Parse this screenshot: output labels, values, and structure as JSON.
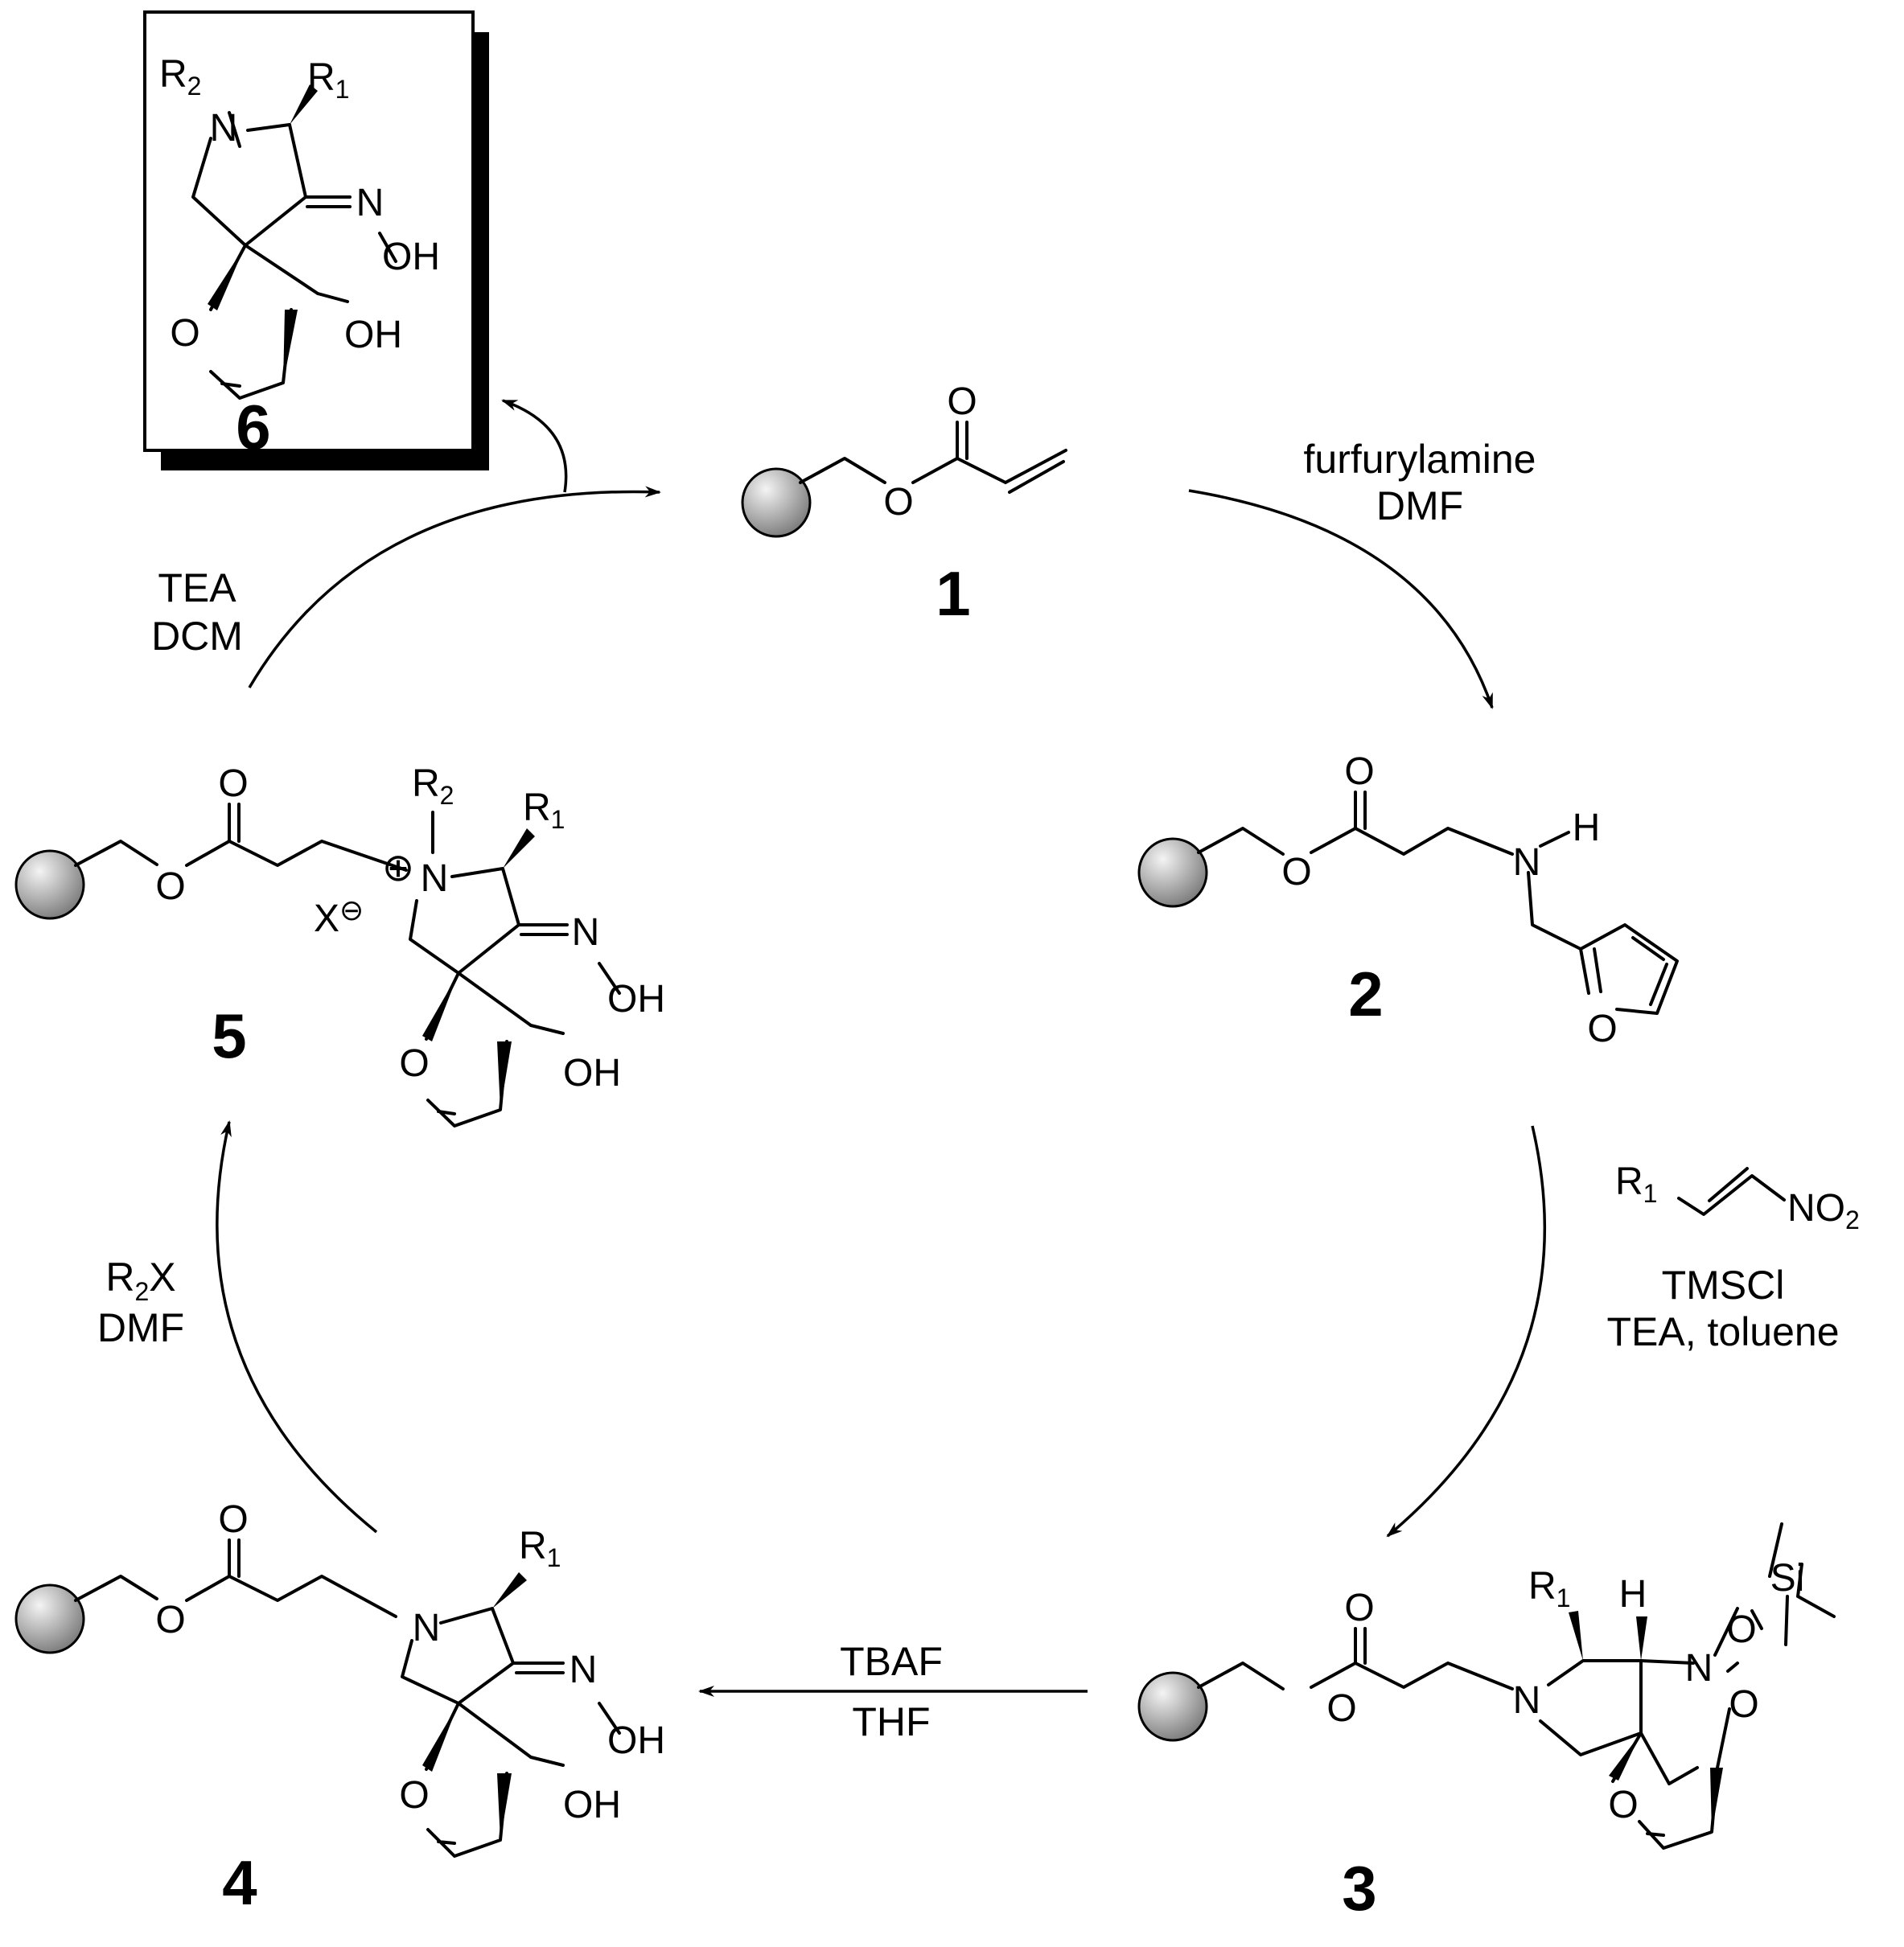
{
  "compounds": {
    "c1": {
      "number": "1"
    },
    "c2": {
      "number": "2"
    },
    "c3": {
      "number": "3"
    },
    "c4": {
      "number": "4"
    },
    "c5": {
      "number": "5"
    },
    "c6": {
      "number": "6"
    }
  },
  "reagents": {
    "step1": {
      "line1": "furfurylamine",
      "line2": "DMF"
    },
    "step2": {
      "line1": "TMSCl",
      "line2": "TEA, toluene",
      "nitroalkene_r": "R",
      "nitroalkene_r_sub": "1",
      "nitroalkene_no": "NO",
      "nitroalkene_no_sub": "2"
    },
    "step3": {
      "line1": "TBAF",
      "line2": "THF"
    },
    "step4": {
      "line1": "R",
      "line1_sub": "2",
      "line1_tail": "X",
      "line2": "DMF"
    },
    "step5": {
      "line1": "TEA",
      "line2": "DCM"
    }
  },
  "atoms": {
    "O": "O",
    "N": "N",
    "H": "H",
    "OH": "OH",
    "Si": "Si",
    "R": "R",
    "R1_sub": "1",
    "R2_sub": "2",
    "X": "X",
    "minus": "⊖",
    "plus": "⊕"
  },
  "colors": {
    "bead_light": "#f4f4f4",
    "bead_dark": "#7a7a7a"
  }
}
